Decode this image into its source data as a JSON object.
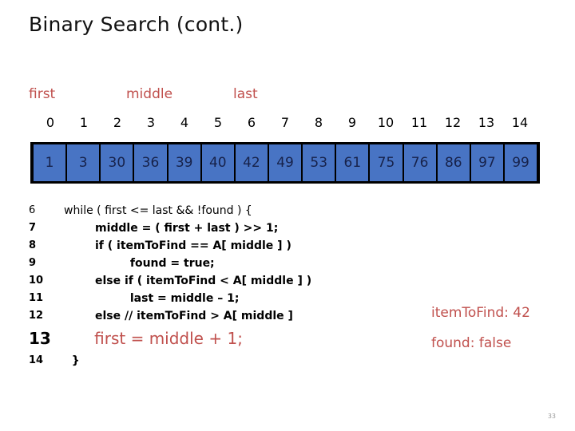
{
  "slide": {
    "title": "Binary Search (cont.)",
    "number": "33",
    "accent_color": "#C0504D",
    "array_cell_color": "#4874C4",
    "array_text_color": "#17224A"
  },
  "pointers": [
    {
      "name": "first",
      "label": "first"
    },
    {
      "name": "middle",
      "label": "middle"
    },
    {
      "name": "last",
      "label": "last"
    }
  ],
  "array": {
    "indices": [
      "0",
      "1",
      "2",
      "3",
      "4",
      "5",
      "6",
      "7",
      "8",
      "9",
      "10",
      "11",
      "12",
      "13",
      "14"
    ],
    "values": [
      "1",
      "3",
      "30",
      "36",
      "39",
      "40",
      "42",
      "49",
      "53",
      "61",
      "75",
      "76",
      "86",
      "97",
      "99"
    ]
  },
  "code": {
    "lines": [
      {
        "number": "6",
        "text": "while ( first <= last && !found ) {",
        "highlighted": false
      },
      {
        "number": "7",
        "text": "        middle = ( first + last ) >> 1;",
        "highlighted": false
      },
      {
        "number": "8",
        "text": "        if ( itemToFind == A[ middle ] )",
        "highlighted": false
      },
      {
        "number": "9",
        "text": "                 found = true;",
        "highlighted": false
      },
      {
        "number": "10",
        "text": "        else if ( itemToFind < A[ middle ] )",
        "highlighted": false
      },
      {
        "number": "11",
        "text": "                 last = middle – 1;",
        "highlighted": false
      },
      {
        "number": "12",
        "text": "        else // itemToFind > A[ middle ]",
        "highlighted": false
      },
      {
        "number": "13",
        "text": "      first = middle + 1;",
        "highlighted": true
      },
      {
        "number": "14",
        "text": "  }",
        "highlighted": false
      }
    ]
  },
  "status": {
    "item_to_find": "itemToFind: 42",
    "found": "found:  false"
  }
}
